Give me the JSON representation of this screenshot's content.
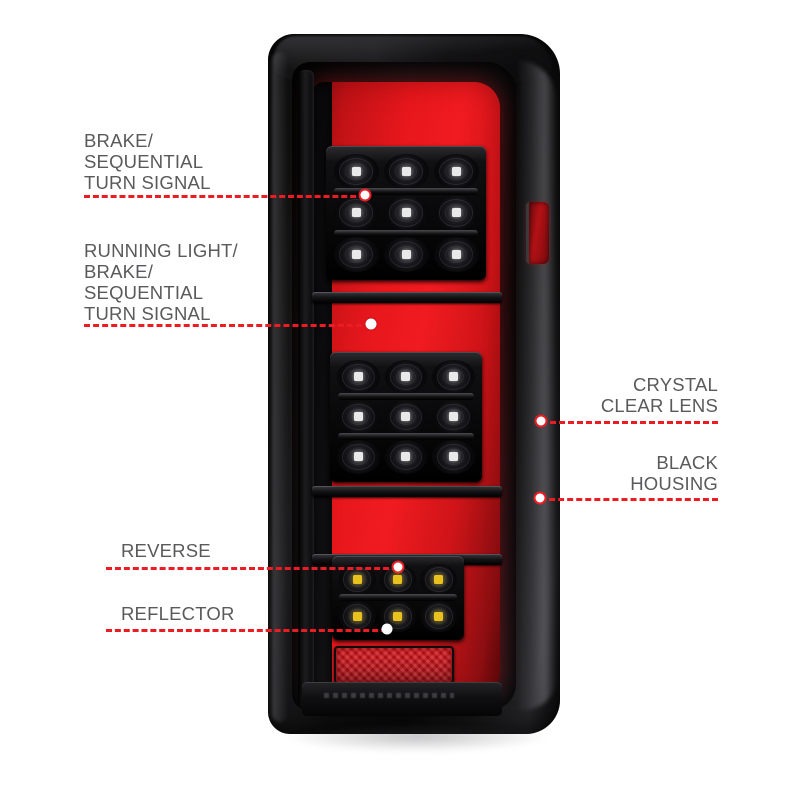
{
  "diagram": {
    "title": "LED Tail Light Feature Callouts",
    "accent_color": "#ec1c24",
    "label_color": "#5a5a5c",
    "background_color": "#ffffff"
  },
  "callouts": {
    "brake_sequential": {
      "lines": [
        "BRAKE/",
        "SEQUENTIAL",
        "TURN SIGNAL"
      ],
      "text": "BRAKE/\nSEQUENTIAL\nTURN SIGNAL",
      "side": "left"
    },
    "running_light": {
      "lines": [
        "RUNNING LIGHT/",
        "BRAKE/",
        "SEQUENTIAL",
        "TURN SIGNAL"
      ],
      "text": "RUNNING LIGHT/\nBRAKE/\nSEQUENTIAL\nTURN SIGNAL",
      "side": "left"
    },
    "reverse": {
      "lines": [
        "REVERSE"
      ],
      "text": "REVERSE",
      "side": "left"
    },
    "reflector": {
      "lines": [
        "REFLECTOR"
      ],
      "text": "REFLECTOR",
      "side": "left"
    },
    "crystal_clear_lens": {
      "lines": [
        "CRYSTAL",
        "CLEAR LENS"
      ],
      "text": "CRYSTAL\nCLEAR LENS",
      "side": "right"
    },
    "black_housing": {
      "lines": [
        "BLACK",
        "HOUSING"
      ],
      "text": "BLACK\nHOUSING",
      "side": "right"
    }
  },
  "product": {
    "name": "tail-light-assembly",
    "housing_color": "#0d0d0e",
    "light_bar_color": "#ec1c24",
    "reflector_color": "#d4161b",
    "led_chip_color": "#e9e9ea",
    "reverse_led_chip_color": "#e9c11f",
    "led_clusters": [
      {
        "name": "upper-brake-cluster",
        "rows": 3,
        "per_row": 3,
        "chip": "white"
      },
      {
        "name": "mid-brake-cluster",
        "rows": 3,
        "per_row": 3,
        "chip": "white"
      },
      {
        "name": "reverse-cluster",
        "rows": 2,
        "per_row": 3,
        "chip": "amber"
      }
    ]
  }
}
